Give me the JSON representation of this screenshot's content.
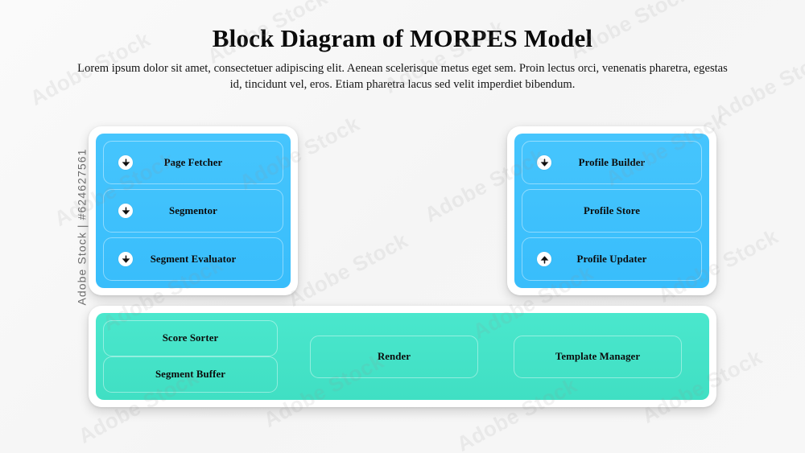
{
  "header": {
    "title": "Block Diagram of MORPES Model",
    "subtitle": "Lorem ipsum dolor sit amet, consectetuer adipiscing elit. Aenean scelerisque metus eget sem. Proin lectus orci, venenatis pharetra, egestas id, tincidunt vel, eros. Etiam pharetra lacus sed velit imperdiet bibendum."
  },
  "watermark": {
    "side_text": "Adobe Stock | #624627561",
    "tile_text": "Adobe Stock"
  },
  "colors": {
    "background": "#f7f7f7",
    "panel_frame": "#ffffff",
    "blue": "#3fc2fc",
    "green": "#45e2c7",
    "text": "#0b0b0b",
    "badge_bg": "#ffffff",
    "badge_arrow": "#111111"
  },
  "panels": [
    {
      "id": "left",
      "name": "fetch-segment-panel",
      "color": "blue",
      "blocks": [
        {
          "label": "Page Fetcher",
          "icon": "arrow-down-circle-icon",
          "has_icon": true
        },
        {
          "label": "Segmentor",
          "icon": "arrow-down-circle-icon",
          "has_icon": true
        },
        {
          "label": "Segment Evaluator",
          "icon": "arrow-down-circle-icon",
          "has_icon": true
        }
      ]
    },
    {
      "id": "right",
      "name": "profile-panel",
      "color": "blue",
      "blocks": [
        {
          "label": "Profile Builder",
          "icon": "arrow-down-circle-icon",
          "has_icon": true
        },
        {
          "label": "Profile Store",
          "icon": "",
          "has_icon": false
        },
        {
          "label": "Profile Updater",
          "icon": "arrow-up-circle-icon",
          "has_icon": true
        }
      ]
    },
    {
      "id": "bottom",
      "name": "render-panel",
      "color": "green",
      "stacked_blocks": [
        {
          "label": "Score Sorter",
          "has_icon": false
        },
        {
          "label": "Segment Buffer",
          "has_icon": false
        }
      ],
      "wide_blocks": [
        {
          "label": "Render",
          "has_icon": false
        },
        {
          "label": "Template Manager",
          "has_icon": false
        }
      ]
    }
  ]
}
